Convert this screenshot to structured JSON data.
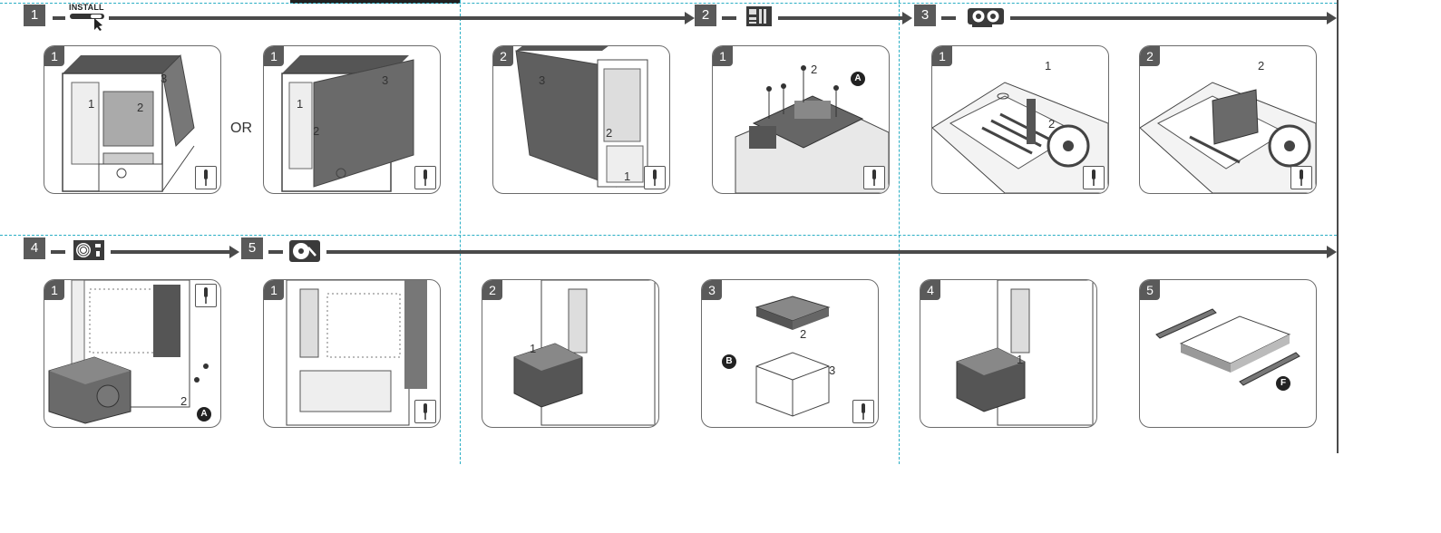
{
  "guides": {
    "top_bar": true
  },
  "row1": {
    "step1": {
      "number": "1",
      "icon": "install-icon",
      "icon_label": "INSTALL",
      "panels": [
        {
          "badge": "1",
          "callouts": [
            "1",
            "2",
            "3"
          ],
          "tool": "screwdriver-icon"
        },
        {
          "badge": "1",
          "callouts": [
            "1",
            "2",
            "3"
          ],
          "tool": "screwdriver-icon"
        },
        {
          "badge": "2",
          "callouts": [
            "1",
            "2",
            "3"
          ],
          "tool": "screwdriver-icon"
        }
      ],
      "or_text": "OR"
    },
    "step2": {
      "number": "2",
      "icon": "motherboard-icon",
      "panels": [
        {
          "badge": "1",
          "callouts": [
            "2"
          ],
          "letter": "A",
          "tool": "screwdriver-icon"
        }
      ]
    },
    "step3": {
      "number": "3",
      "icon": "graphics-card-icon",
      "panels": [
        {
          "badge": "1",
          "callouts": [
            "1",
            "2"
          ],
          "tool": "screwdriver-icon"
        },
        {
          "badge": "2",
          "callouts": [
            "2"
          ],
          "tool": "screwdriver-icon"
        }
      ]
    }
  },
  "row2": {
    "step4": {
      "number": "4",
      "icon": "power-supply-icon",
      "panels": [
        {
          "badge": "1",
          "callouts": [
            "2"
          ],
          "letter": "A",
          "tool": "screwdriver-icon"
        }
      ]
    },
    "step5": {
      "number": "5",
      "icon": "hard-drive-icon",
      "panels": [
        {
          "badge": "1",
          "tool": "screwdriver-icon"
        },
        {
          "badge": "2",
          "callouts": [
            "1"
          ]
        },
        {
          "badge": "3",
          "callouts": [
            "2",
            "3"
          ],
          "letter": "B",
          "tool": "screwdriver-icon"
        },
        {
          "badge": "4",
          "callouts": [
            "1"
          ]
        },
        {
          "badge": "5",
          "letter": "F"
        }
      ]
    }
  },
  "colors": {
    "guide": "#2aaec4",
    "badge": "#5a5a5a",
    "line": "#4a4a4a"
  }
}
